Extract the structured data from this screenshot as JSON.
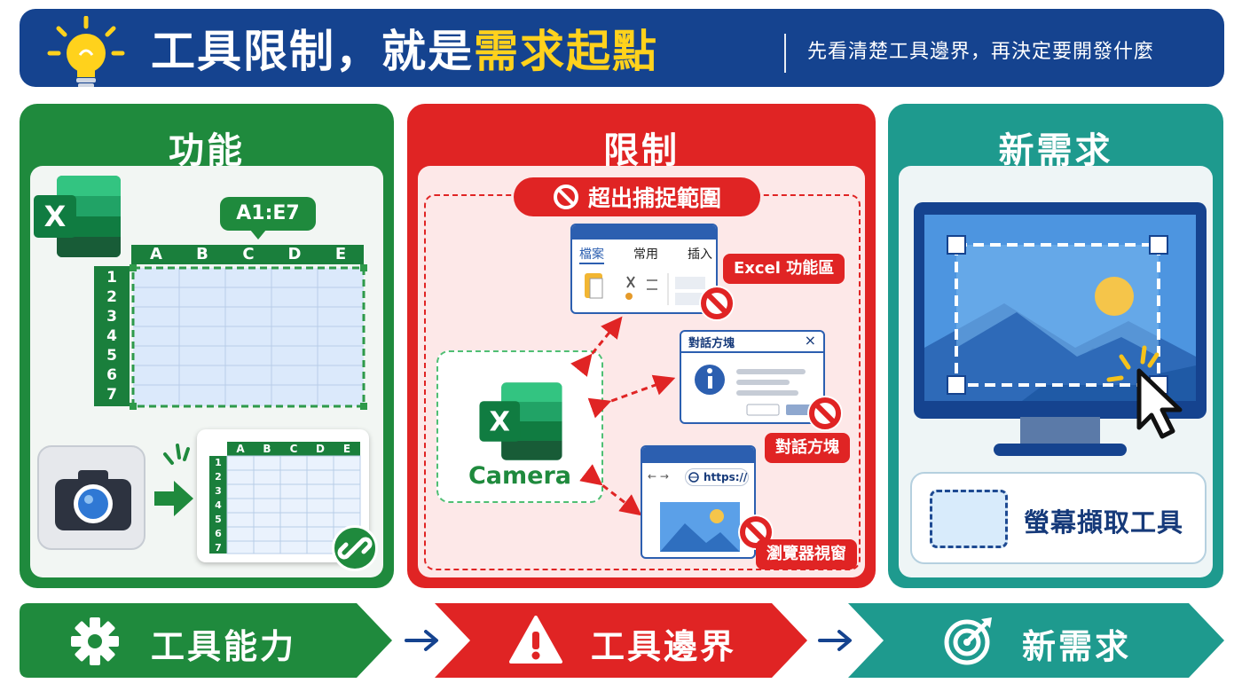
{
  "header": {
    "title_part1": "工具限制，就是",
    "title_part2": "需求起點",
    "subtitle": "先看清楚工具邊界，再決定要開發什麼"
  },
  "panels": {
    "feature": {
      "title": "功能",
      "range_label": "A1:E7",
      "columns": [
        "A",
        "B",
        "C",
        "D",
        "E"
      ],
      "rows": [
        "1",
        "2",
        "3",
        "4",
        "5",
        "6",
        "7"
      ],
      "excel_letter": "X"
    },
    "limit": {
      "title": "限制",
      "out_of_range": "超出捕捉範圍",
      "camera_label": "Camera",
      "ribbon_tabs": [
        "檔案",
        "常用",
        "插入"
      ],
      "ribbon_tag": "Excel 功能區",
      "dialog_title": "對話方塊",
      "dialog_tag": "對話方塊",
      "browser_url": "https://",
      "browser_tag": "瀏覽器視窗",
      "close_glyph": "×"
    },
    "newreq": {
      "title": "新需求",
      "tool_label": "螢幕擷取工具"
    }
  },
  "footer": {
    "step1": "工具能力",
    "step2": "工具邊界",
    "step3": "新需求"
  },
  "colors": {
    "navy": "#15438f",
    "green": "#1f8a3d",
    "red": "#e02424",
    "teal": "#1e9a8e",
    "yellow": "#ffd21c"
  }
}
